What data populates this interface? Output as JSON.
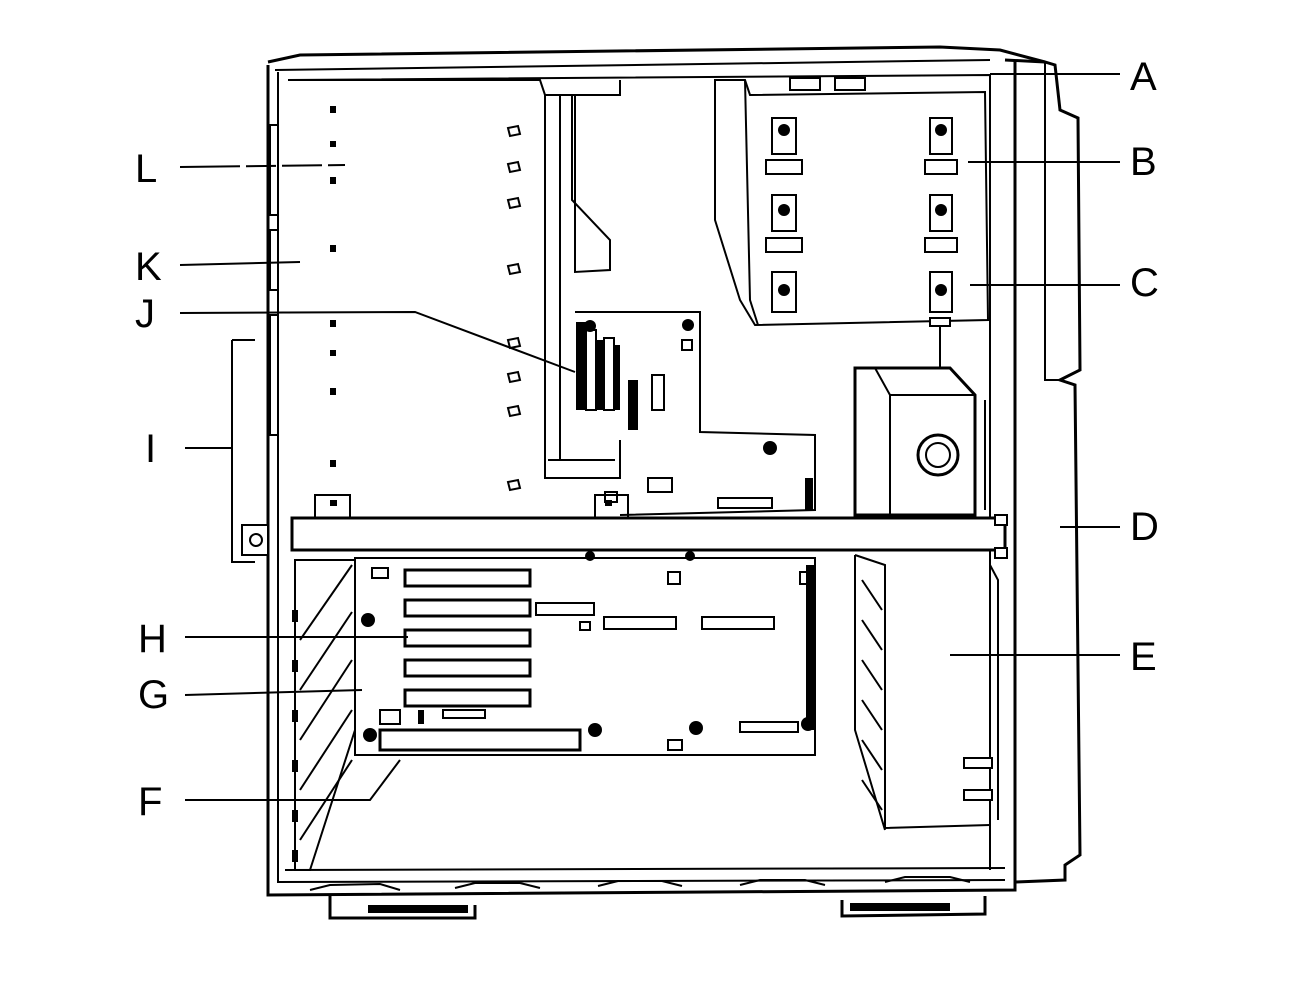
{
  "diagram": {
    "callouts": [
      {
        "id": "A",
        "label": "A"
      },
      {
        "id": "B",
        "label": "B"
      },
      {
        "id": "C",
        "label": "C"
      },
      {
        "id": "D",
        "label": "D"
      },
      {
        "id": "E",
        "label": "E"
      },
      {
        "id": "F",
        "label": "F"
      },
      {
        "id": "G",
        "label": "G"
      },
      {
        "id": "H",
        "label": "H"
      },
      {
        "id": "I",
        "label": "I"
      },
      {
        "id": "J",
        "label": "J"
      },
      {
        "id": "K",
        "label": "K"
      },
      {
        "id": "L",
        "label": "L"
      }
    ],
    "colors": {
      "ink": "#000000",
      "paper": "#ffffff"
    }
  }
}
